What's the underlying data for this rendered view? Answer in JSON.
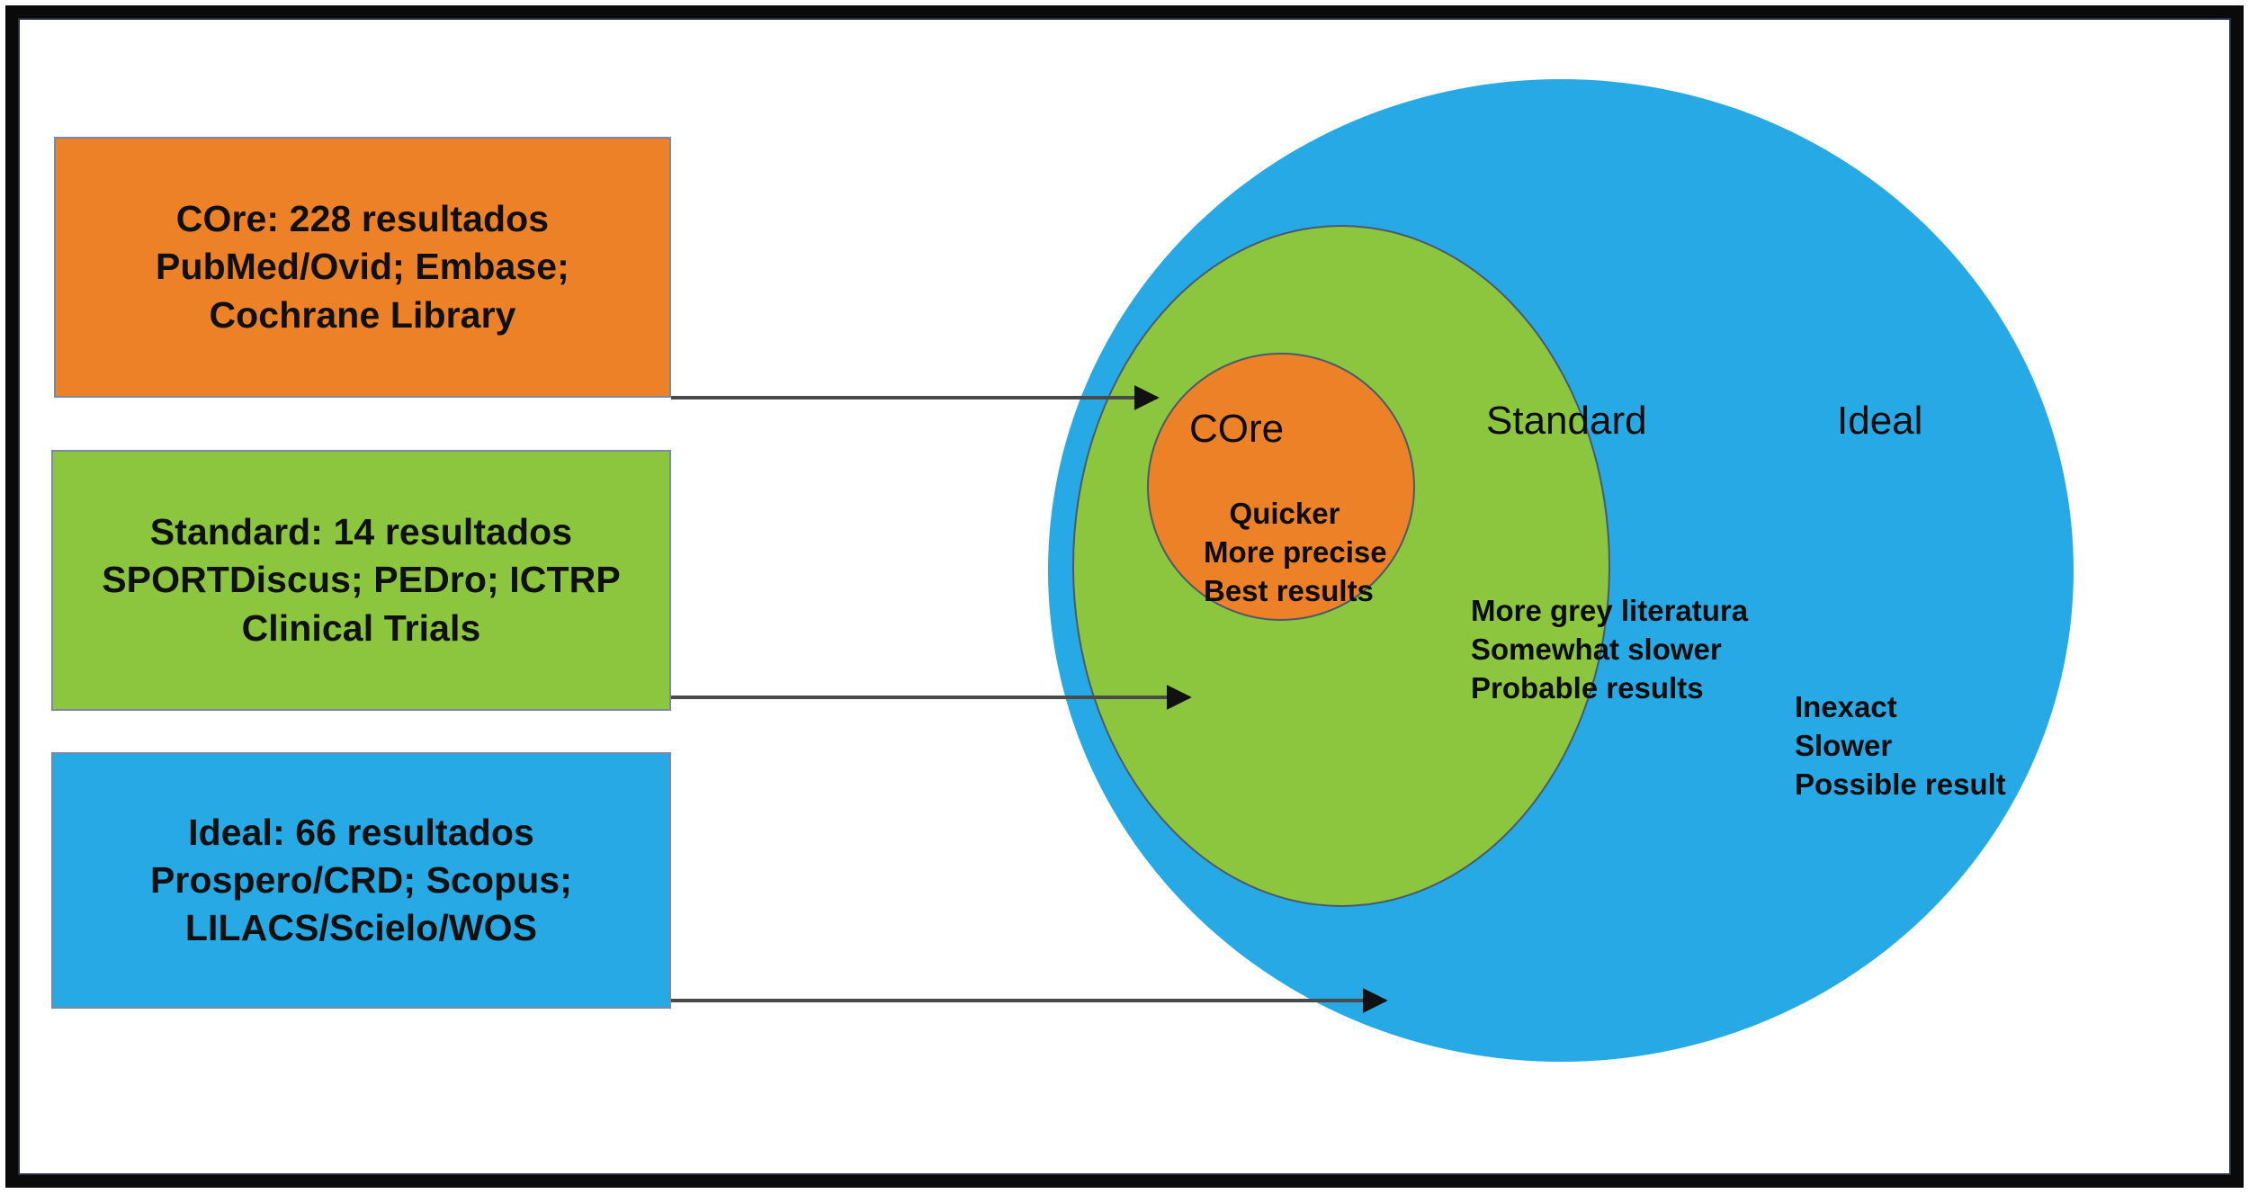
{
  "diagram": {
    "type": "nested-venn",
    "title": "",
    "legend_boxes": [
      {
        "id": "core",
        "color": "#ec8127",
        "lines": [
          "COre: 228 resultados",
          "PubMed/Ovid; Embase;",
          "Cochrane Library"
        ],
        "results_count": 228,
        "databases": [
          "PubMed/Ovid",
          "Embase",
          "Cochrane Library"
        ]
      },
      {
        "id": "standard",
        "color": "#8cc63e",
        "lines": [
          "Standard: 14 resultados",
          "SPORTDiscus; PEDro; ICTRP",
          "Clinical Trials"
        ],
        "results_count": 14,
        "databases": [
          "SPORTDiscus",
          "PEDro",
          "ICTRP",
          "Clinical Trials"
        ]
      },
      {
        "id": "ideal",
        "color": "#26a9e4",
        "lines": [
          "Ideal: 66 resultados",
          "Prospero/CRD; Scopus;",
          "LILACS/Scielo/WOS"
        ],
        "results_count": 66,
        "databases": [
          "Prospero/CRD",
          "Scopus",
          "LILACS",
          "Scielo",
          "WOS"
        ]
      }
    ],
    "circles": [
      {
        "id": "ideal",
        "label": "Ideal",
        "color": "#26a9e4",
        "attributes": [
          "Inexact",
          "Slower",
          "Possible result"
        ]
      },
      {
        "id": "standard",
        "label": "Standard",
        "color": "#8cc63e",
        "attributes": [
          "More grey literatura",
          "Somewhat slower",
          "Probable results"
        ]
      },
      {
        "id": "core",
        "label": "COre",
        "color": "#ec8127",
        "attributes": [
          "Quicker",
          "More precise",
          "Best results"
        ]
      }
    ],
    "arrows": [
      {
        "from": "core-box",
        "to": "core-circle"
      },
      {
        "from": "standard-box",
        "to": "standard-circle"
      },
      {
        "from": "ideal-box",
        "to": "ideal-circle"
      }
    ],
    "frame_color": "#0a0a0a",
    "background_color": "#ffffff"
  }
}
